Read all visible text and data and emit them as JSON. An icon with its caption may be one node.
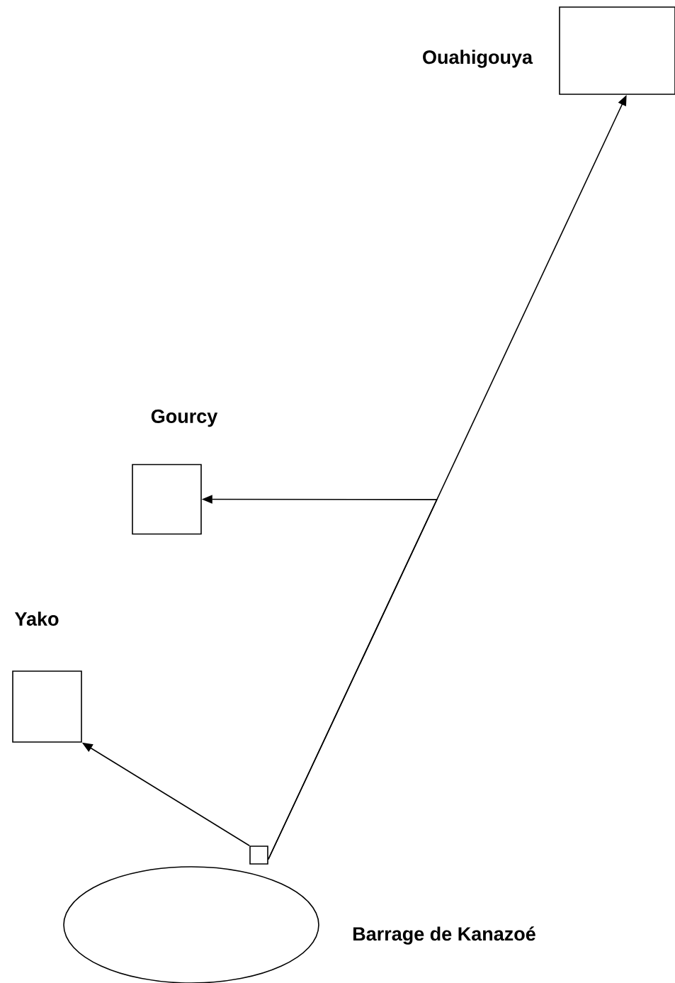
{
  "diagram": {
    "nodes": [
      {
        "text": [
          "Ouahigouya"
        ]
      },
      {
        "text": [
          "Gourcy"
        ]
      },
      {
        "text": [
          "Yako"
        ]
      },
      {
        "text": [
          "Barrage de Kanazoé"
        ]
      },
      {
        "text": [],
        "shape": "box"
      }
    ],
    "edges": [
      {
        "from": 4,
        "to": 0,
        "arrow": "to"
      },
      {
        "from": 4,
        "to": 1,
        "arrow": "to"
      },
      {
        "from": 4,
        "to": 2,
        "arrow": "to"
      }
    ]
  }
}
